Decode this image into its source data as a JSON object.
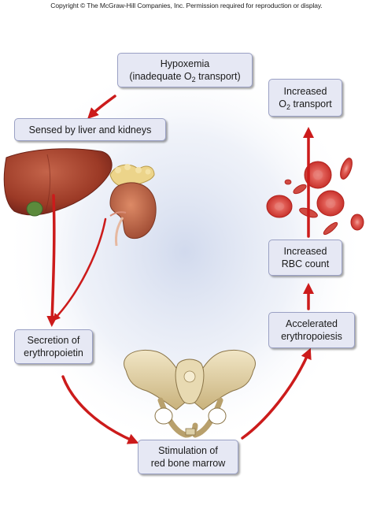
{
  "copyright": "Copyright © The McGraw-Hill Companies, Inc. Permission required for reproduction or display.",
  "boxes": {
    "hypoxemia": {
      "line1": "Hypoxemia",
      "line2_pre": "(inadequate O",
      "line2_sub": "2",
      "line2_post": " transport)"
    },
    "sensed": {
      "line1": "Sensed by liver and kidneys"
    },
    "secretion": {
      "line1": "Secretion of",
      "line2": "erythropoietin"
    },
    "stimulation": {
      "line1": "Stimulation of",
      "line2": "red bone marrow"
    },
    "accelerated": {
      "line1": "Accelerated",
      "line2": "erythropoiesis"
    },
    "rbc": {
      "line1": "Increased",
      "line2": "RBC count"
    },
    "o2": {
      "line1": "Increased",
      "line2_pre": "O",
      "line2_sub": "2",
      "line2_post": " transport"
    }
  },
  "colors": {
    "arrow": "#cc1b1b",
    "box_fill": "#e6e8f4",
    "box_border": "#9aa0c4",
    "liver": "#a8432c",
    "kidney": "#c26a4a",
    "bone": "#e4d4a8",
    "rbc": "#d9463f"
  },
  "icons": [
    "liver-illustration",
    "kidney-illustration",
    "pelvis-illustration",
    "red-blood-cells-illustration"
  ]
}
